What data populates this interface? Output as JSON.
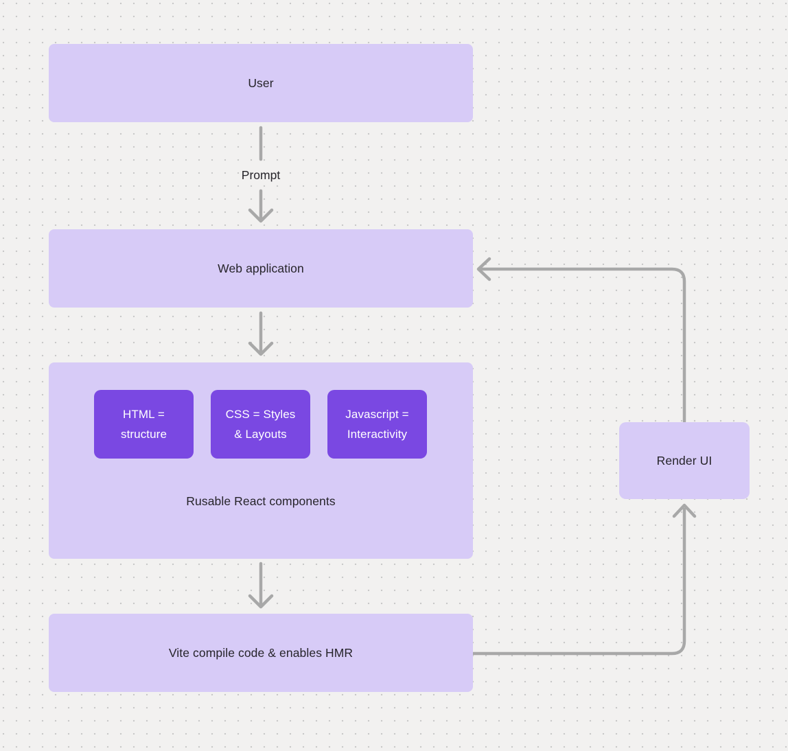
{
  "diagram": {
    "type": "flowchart",
    "colors": {
      "canvas_bg": "#f2f1f0",
      "dot": "#c8c8c8",
      "connector": "#a8a8a8",
      "node_light": "#d7cbf7",
      "node_dark": "#7a48e2",
      "text_dark": "#26242a",
      "text_light": "#ffffff"
    },
    "nodes": {
      "user": {
        "label": "User"
      },
      "web_application": {
        "label": "Web application"
      },
      "components_group": {
        "label": "Rusable React components"
      },
      "html": {
        "label": "HTML = structure"
      },
      "css": {
        "label": "CSS = Styles & Layouts"
      },
      "javascript": {
        "label": "Javascript = Interactivity"
      },
      "vite": {
        "label": "Vite compile code & enables HMR"
      },
      "render_ui": {
        "label": "Render UI"
      }
    },
    "edge_labels": {
      "prompt": "Prompt"
    }
  }
}
